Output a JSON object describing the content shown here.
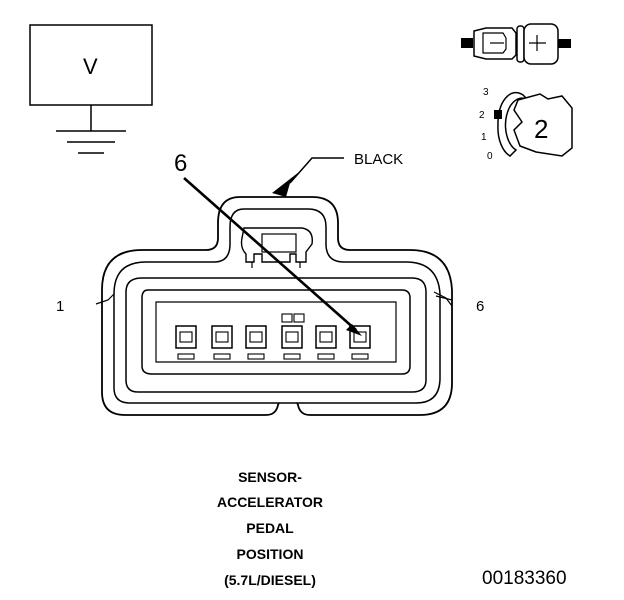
{
  "meter_box": {
    "label": "V"
  },
  "wire_color_callout": {
    "label": "BLACK"
  },
  "pin_callout": {
    "label": "6"
  },
  "connector_end_labels": {
    "left": "1",
    "right": "6"
  },
  "caption_lines": [
    "SENSOR-",
    "ACCELERATOR",
    "PEDAL",
    "POSITION",
    "(5.7L/DIESEL)"
  ],
  "figure_number": "00183360",
  "probe_inset": {
    "scale_labels": [
      "3",
      "2",
      "1",
      "0"
    ],
    "selector_value": "2"
  },
  "colors": {
    "ink": "#000000",
    "paper": "#ffffff",
    "insulator_gray": "#d0d0d0"
  }
}
